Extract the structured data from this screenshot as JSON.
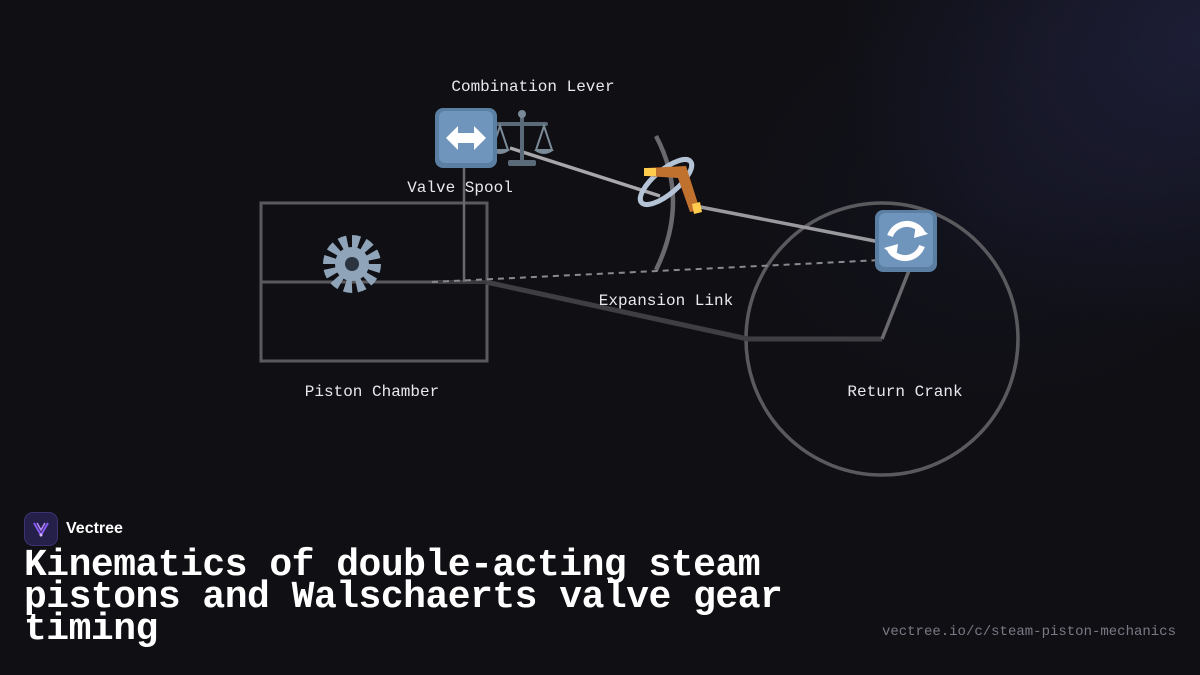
{
  "diagram": {
    "components": {
      "combination_lever": {
        "label": "Combination Lever",
        "icon": "balance-scale-icon"
      },
      "valve_spool": {
        "label": "Valve Spool",
        "icon": "left-right-arrow-icon"
      },
      "expansion_link": {
        "label": "Expansion Link",
        "icon": "boomerang-icon"
      },
      "piston_chamber": {
        "label": "Piston Chamber",
        "icon": "gear-icon"
      },
      "return_crank": {
        "label": "Return Crank",
        "icon": "rotate-arrows-icon"
      }
    }
  },
  "brand": {
    "name": "Vectree",
    "logo_icon": "vectree-logo-icon",
    "accent": "#8a5cf6"
  },
  "title": "Kinematics of double-acting steam pistons and Walschaerts valve gear timing",
  "url": "vectree.io/c/steam-piston-mechanics"
}
